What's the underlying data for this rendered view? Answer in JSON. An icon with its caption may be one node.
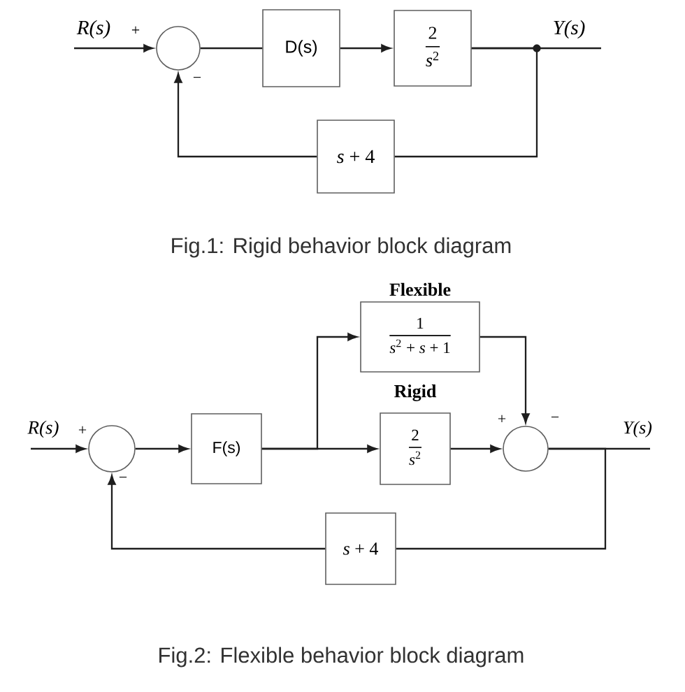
{
  "diagram": {
    "nodes": [
      {
        "text": [],
        "shape": "circle",
        "beside": [
          "+",
          "−"
        ]
      },
      {
        "text": [
          "D(s)"
        ]
      },
      {
        "text": [
          "2",
          "*s*$^{2}$"
        ]
      },
      {
        "text": [
          "*s* + 4"
        ]
      },
      {
        "text": [],
        "shape": "circle",
        "beside": [
          "+",
          "−"
        ]
      },
      {
        "text": [
          "F(s)"
        ]
      },
      {
        "text": [
          "Flexible",
          "1",
          "*s*$^{2}$ + *s* + 1"
        ]
      },
      {
        "text": [
          "Rigid",
          "2",
          "*s*$^{2}$"
        ]
      },
      {
        "text": [],
        "shape": "circle",
        "beside": [
          "+",
          "−"
        ]
      },
      {
        "text": [
          "*s* + 4"
        ]
      }
    ],
    "edges": [
      {
        "from": null,
        "to": 0,
        "arrow": "to",
        "label": "R(s)"
      },
      {
        "from": 0,
        "to": 1,
        "arrow": "none"
      },
      {
        "from": 1,
        "to": 2,
        "arrow": "to"
      },
      {
        "from": 2,
        "to": null,
        "arrow": "none",
        "label": "Y(s)"
      },
      {
        "from": 2,
        "to": 3,
        "arrow": "none"
      },
      {
        "from": 3,
        "to": 0,
        "arrow": "to"
      },
      {
        "from": null,
        "to": 4,
        "arrow": "to",
        "label": "R(s)"
      },
      {
        "from": 4,
        "to": 5,
        "arrow": "to"
      },
      {
        "from": 5,
        "to": 6,
        "arrow": "to"
      },
      {
        "from": 5,
        "to": 7,
        "arrow": "to"
      },
      {
        "from": 6,
        "to": 8,
        "arrow": "to"
      },
      {
        "from": 7,
        "to": 8,
        "arrow": "to"
      },
      {
        "from": 8,
        "to": null,
        "arrow": "none",
        "label": "Y(s)"
      },
      {
        "from": 8,
        "to": 9,
        "arrow": "none"
      },
      {
        "from": 9,
        "to": 4,
        "arrow": "to"
      }
    ],
    "labels": [
      "Fig.1: Rigid behavior block diagram",
      "Fig.2: Flexible behavior block diagram"
    ]
  }
}
